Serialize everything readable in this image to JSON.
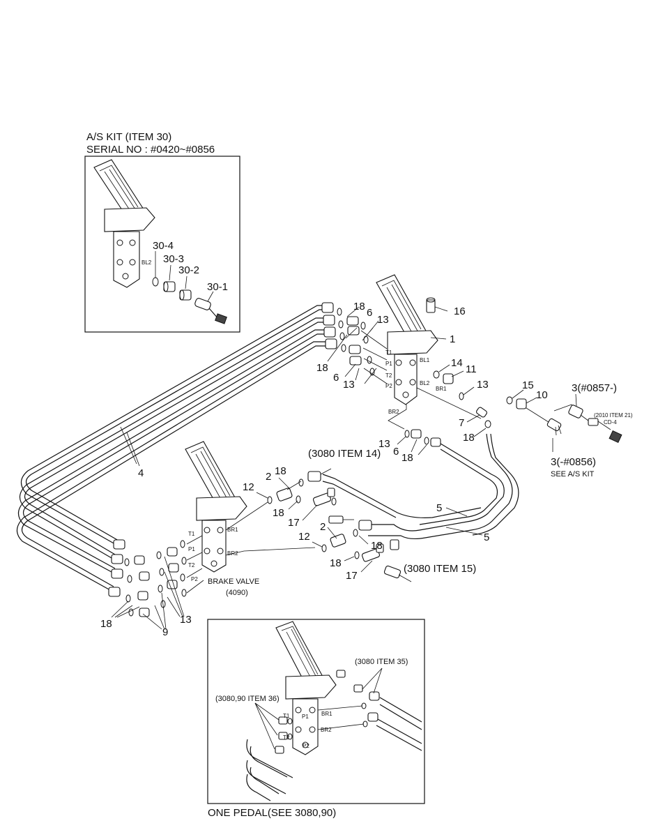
{
  "diagram": {
    "as_kit": {
      "title_line1": "A/S KIT (ITEM 30)",
      "title_line2": "SERIAL NO : #0420~#0856",
      "port_label": "BL2",
      "callouts": [
        "30-4",
        "30-3",
        "30-2",
        "30-1"
      ]
    },
    "main": {
      "callouts": {
        "c18a": "18",
        "c6a": "6",
        "c13a": "13",
        "c16": "16",
        "c1": "1",
        "c18b": "18",
        "c6b": "6",
        "c13b": "13",
        "c14": "14",
        "c11": "11",
        "c13c": "13",
        "c15": "15",
        "c10": "10",
        "c3new": "3(#0857-)",
        "c7": "7",
        "c18c": "18",
        "c13d": "13",
        "c6c": "6",
        "c18d": "18",
        "c3old": "3(-#0856)",
        "see_as_kit": "SEE A/S KIT",
        "c4": "4",
        "item3080_14": "(3080 ITEM 14)",
        "c12a": "12",
        "c2a": "2",
        "c18e": "18",
        "c18f": "18",
        "c17a": "17",
        "c2b": "2",
        "c12b": "12",
        "c18g": "18",
        "c18h": "18",
        "c17b": "17",
        "item3080_15": "(3080 ITEM 15)",
        "c5a": "5",
        "c5b": "5",
        "c18i": "18",
        "c9": "9",
        "c13e": "13",
        "brake_valve": "BRAKE VALVE",
        "brake_valve_code": "(4090)",
        "item2010": "(2010 ITEM 21)",
        "cd4": "CD-4"
      },
      "port_labels": {
        "t1": "T1",
        "p1": "P1",
        "t2": "T2",
        "p2": "P2",
        "bl1": "BL1",
        "bl2": "BL2",
        "br1": "BR1",
        "br2": "BR2"
      }
    },
    "one_pedal": {
      "caption": "ONE PEDAL(SEE 3080,90)",
      "item35": "(3080 ITEM 35)",
      "item36": "(3080,90 ITEM 36)",
      "port_labels": {
        "t1": "T1",
        "p1": "P1",
        "t2": "T2",
        "p2": "P2",
        "br1": "BR1",
        "br2": "BR2"
      }
    }
  }
}
